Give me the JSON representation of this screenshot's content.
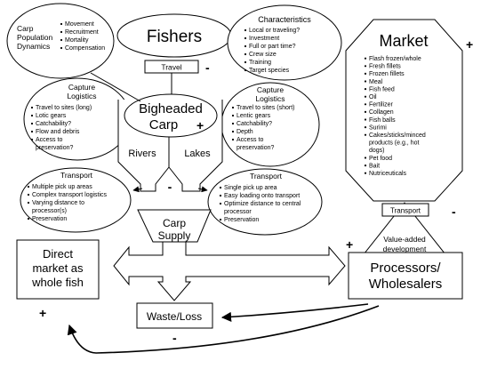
{
  "fishers": {
    "title": "Fishers"
  },
  "carp_population": {
    "lines": [
      "Carp",
      "Population",
      "Dynamics"
    ],
    "bullets": [
      "Movement",
      "Recruitment",
      "Mortality",
      "Compensation"
    ]
  },
  "characteristics": {
    "title": "Characteristics",
    "bullets": [
      "Local or traveling?",
      "Investment",
      "Full or part time?",
      "Crew size",
      "Training",
      "Target species"
    ]
  },
  "travel": {
    "label": "Travel",
    "sign": "-"
  },
  "capture_left": {
    "title_lines": [
      "Capture",
      "Logistics"
    ],
    "bullets": [
      "Travel to sites (long)",
      "Lotic gears",
      "Catchability?",
      "Flow and debris",
      "Access to",
      "preservation?"
    ]
  },
  "capture_right": {
    "title_lines": [
      "Capture",
      "Logistics"
    ],
    "bullets": [
      "Travel to sites (short)",
      "Lentic gears",
      "Catchability?",
      "Depth",
      "Access to",
      "preservation?"
    ]
  },
  "carp": {
    "lines": [
      "Bigheaded",
      "Carp"
    ],
    "sign": "+",
    "rivers": "Rivers",
    "lakes": "Lakes",
    "bottom_sign": "-"
  },
  "transport_left": {
    "title": "Transport",
    "bullets": [
      "Multiple pick up areas",
      "Complex transport logistics",
      "Varying distance to",
      "processor(s)",
      "Preservation"
    ]
  },
  "transport_right": {
    "title": "Transport",
    "bullets": [
      "Single pick up area",
      "Easy loading onto transport",
      "Optimize distance to central",
      "processor",
      "Preservation"
    ]
  },
  "supply": {
    "lines": [
      "Carp",
      "Supply"
    ]
  },
  "market": {
    "title": "Market",
    "sign": "+",
    "bullets": [
      "Flash frozen/whole",
      "Fresh fillets",
      "Frozen fillets",
      "Meal",
      "Fish feed",
      "Oil",
      "Fertilizer",
      "Collagen",
      "Fish balls",
      "Surimi",
      "Cakes/sticks/minced",
      "products (e.g., hot",
      "dogs)",
      "Pet food",
      "Bait",
      "Nutriceuticals"
    ]
  },
  "market_transport": {
    "label": "Transport",
    "sign": "-"
  },
  "value_added": {
    "lines": [
      "Value-added",
      "development"
    ]
  },
  "processors": {
    "lines": [
      "Processors/",
      "Wholesalers"
    ],
    "sign": "+"
  },
  "direct_market": {
    "lines": [
      "Direct",
      "market as",
      "whole fish"
    ],
    "sign": "+"
  },
  "waste": {
    "label": "Waste/Loss",
    "sign": "-"
  }
}
